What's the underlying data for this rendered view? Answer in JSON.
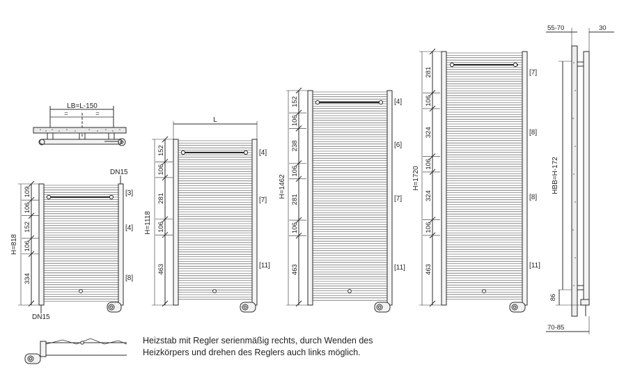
{
  "top_view": {
    "label": "LB=L-150",
    "eq_left": "=",
    "eq_right": "="
  },
  "radiator_1": {
    "total": "H=818",
    "segments": [
      "109",
      "106",
      "152",
      "106",
      "334"
    ],
    "refs": [
      "[3]",
      "[4]",
      "[8]"
    ],
    "dn_top": "DN15",
    "dn_bottom": "DN15"
  },
  "radiator_2": {
    "width": "L",
    "total": "H=1118",
    "segments": [
      "152",
      "106",
      "281",
      "106",
      "463"
    ],
    "refs": [
      "[4]",
      "[7]",
      "[11]"
    ]
  },
  "radiator_3": {
    "total": "H=1462",
    "segments": [
      "152",
      "106",
      "238",
      "106",
      "281",
      "106",
      "463"
    ],
    "refs": [
      "[4]",
      "[6]",
      "[7]",
      "[11]"
    ]
  },
  "radiator_4": {
    "total": "H=1720",
    "segments": [
      "281",
      "106",
      "324",
      "106",
      "324",
      "106",
      "463"
    ],
    "refs": [
      "[7]",
      "[8]",
      "[8]",
      "[11]"
    ]
  },
  "side_view": {
    "top_left": "55-70",
    "top_right": "30",
    "height": "HBB=H-172",
    "bottom_gap": "86",
    "bottom": "70-85"
  },
  "note": {
    "line1": "Heizstab mit Regler serienmäßig rechts, durch Wenden des",
    "line2": "Heizkörpers und drehen des Reglers auch links möglich."
  },
  "colors": {
    "line": "#2a2a2a",
    "fill": "#ececec",
    "text": "#222222"
  }
}
